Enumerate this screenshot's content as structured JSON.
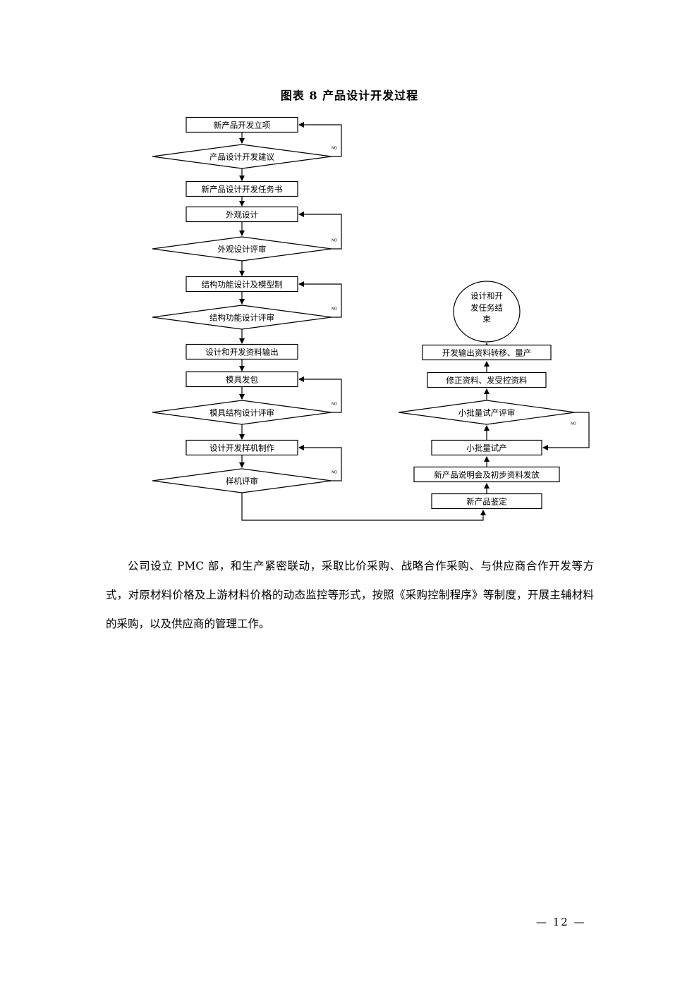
{
  "figure": {
    "caption": "图表 8 产品设计开发过程",
    "no_label": "NO",
    "nodes": {
      "n1": "新产品开发立项",
      "d1": "产品设计开发建议",
      "n2": "新产品设计开发任务书",
      "n3": "外观设计",
      "d2": "外观设计评审",
      "n4": "结构功能设计及模型制",
      "d3": "结构功能设计评审",
      "n5": "设计和开发资料输出",
      "n6": "模具发包",
      "d4": "模具结构设计评审",
      "n7": "设计开发样机制作",
      "d5": "样机评审",
      "r1": "新产品鉴定",
      "r2": "新产品说明会及初步资料发放",
      "r3": "小批量试产",
      "rd1": "小批量试产评审",
      "r4": "修正资料、发受控资料",
      "r5": "开发输出资料转移、量产",
      "end1": "设计和开",
      "end2": "发任务结",
      "end3": "束"
    }
  },
  "body": {
    "paragraph": "公司设立 PMC 部，和生产紧密联动，采取比价采购、战略合作采购、与供应商合作开发等方式，对原材料价格及上游材料价格的动态监控等形式，按照《采购控制程序》等制度，开展主辅材料的采购，以及供应商的管理工作。"
  },
  "footer": {
    "page_number": "— 12 —"
  }
}
